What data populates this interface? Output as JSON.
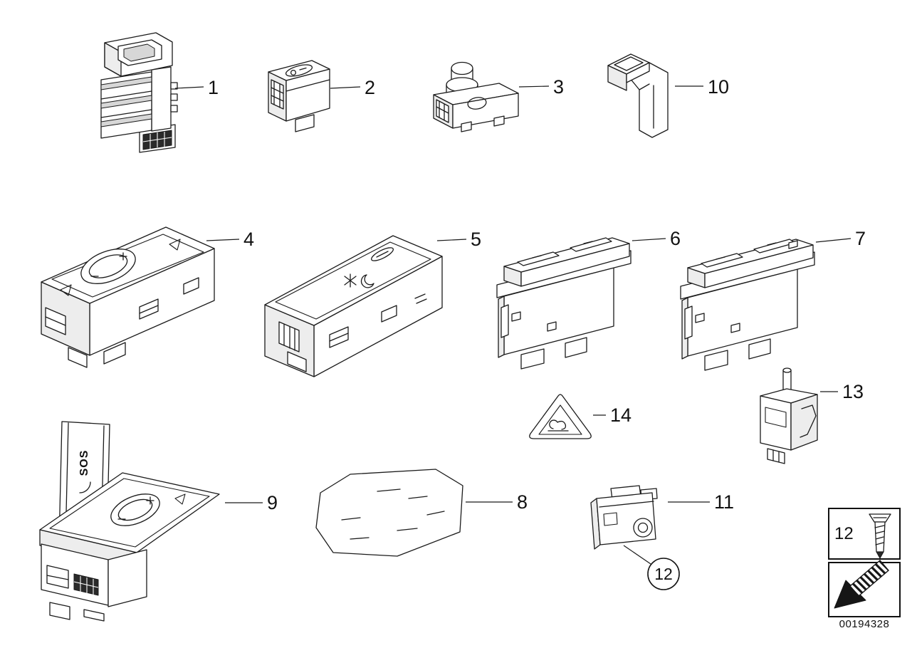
{
  "diagram": {
    "doc_number": "00194328",
    "sos_label": "SOS",
    "callouts": {
      "part1": "1",
      "part2": "2",
      "part3": "3",
      "part4": "4",
      "part5": "5",
      "part6": "6",
      "part7": "7",
      "part8": "8",
      "part9": "9",
      "part10": "10",
      "part11": "11",
      "part12": "12",
      "part13": "13",
      "part14": "14"
    },
    "legend": {
      "screw_item_number": "12"
    }
  }
}
